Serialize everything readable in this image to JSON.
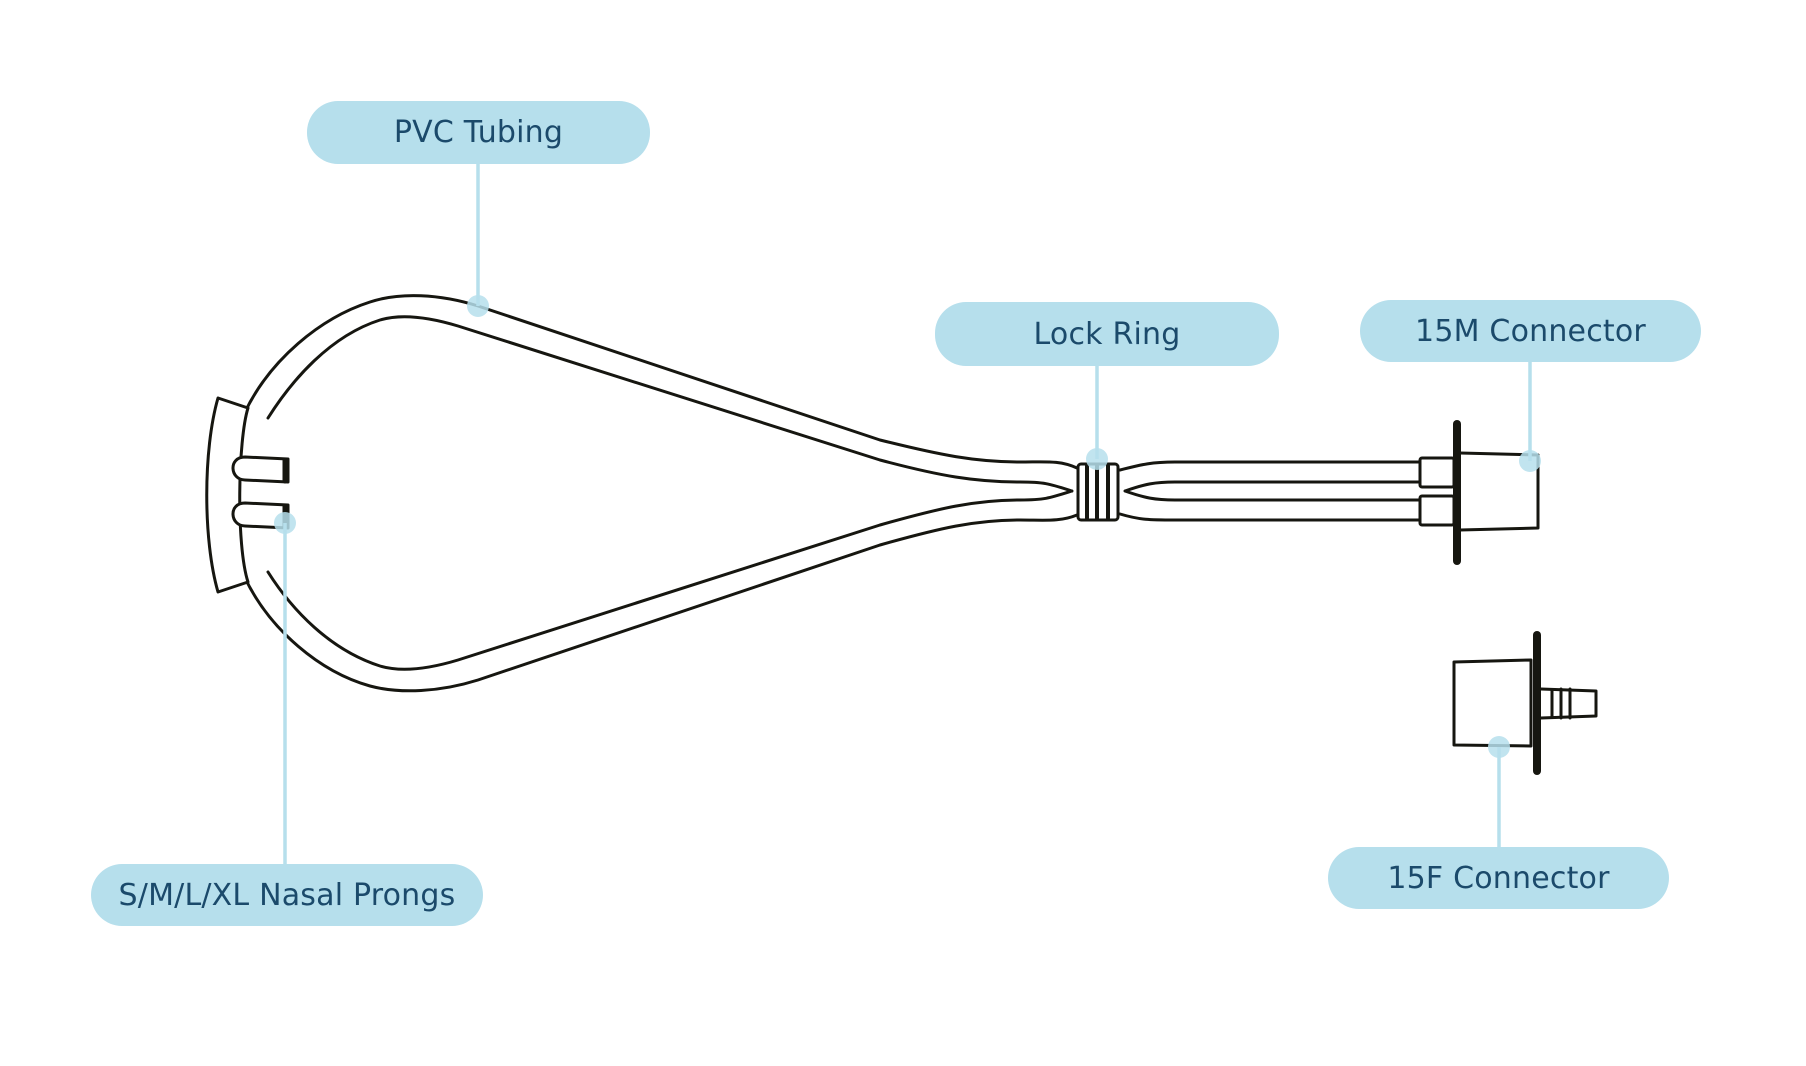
{
  "diagram": {
    "subject": "Nasal cannula assembly",
    "labels": {
      "pvc_tubing": "PVC Tubing",
      "lock_ring": "Lock Ring",
      "connector_15m": "15M Connector",
      "nasal_prongs": "S/M/L/XL Nasal Prongs",
      "connector_15f": "15F Connector"
    },
    "colors": {
      "label_background": "#b6dfec",
      "label_text": "#1b4a6b",
      "leader_line": "#b6dfec",
      "outline": "#161610"
    }
  }
}
